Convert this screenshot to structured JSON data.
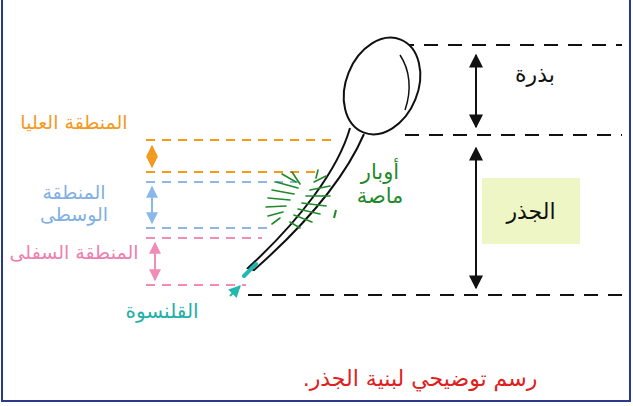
{
  "diagram": {
    "caption": "رسم توضيحي لبنية الجذر.",
    "nodes": [
      {
        "text": [
          "الجذر"
        ]
      }
    ],
    "edges": [],
    "labels": [
      "بذرة",
      "المنطقة العليا",
      "المنطقة الوسطى",
      "أوبار ماصة",
      "المنطقة السفلى",
      "القلنسوة"
    ]
  }
}
